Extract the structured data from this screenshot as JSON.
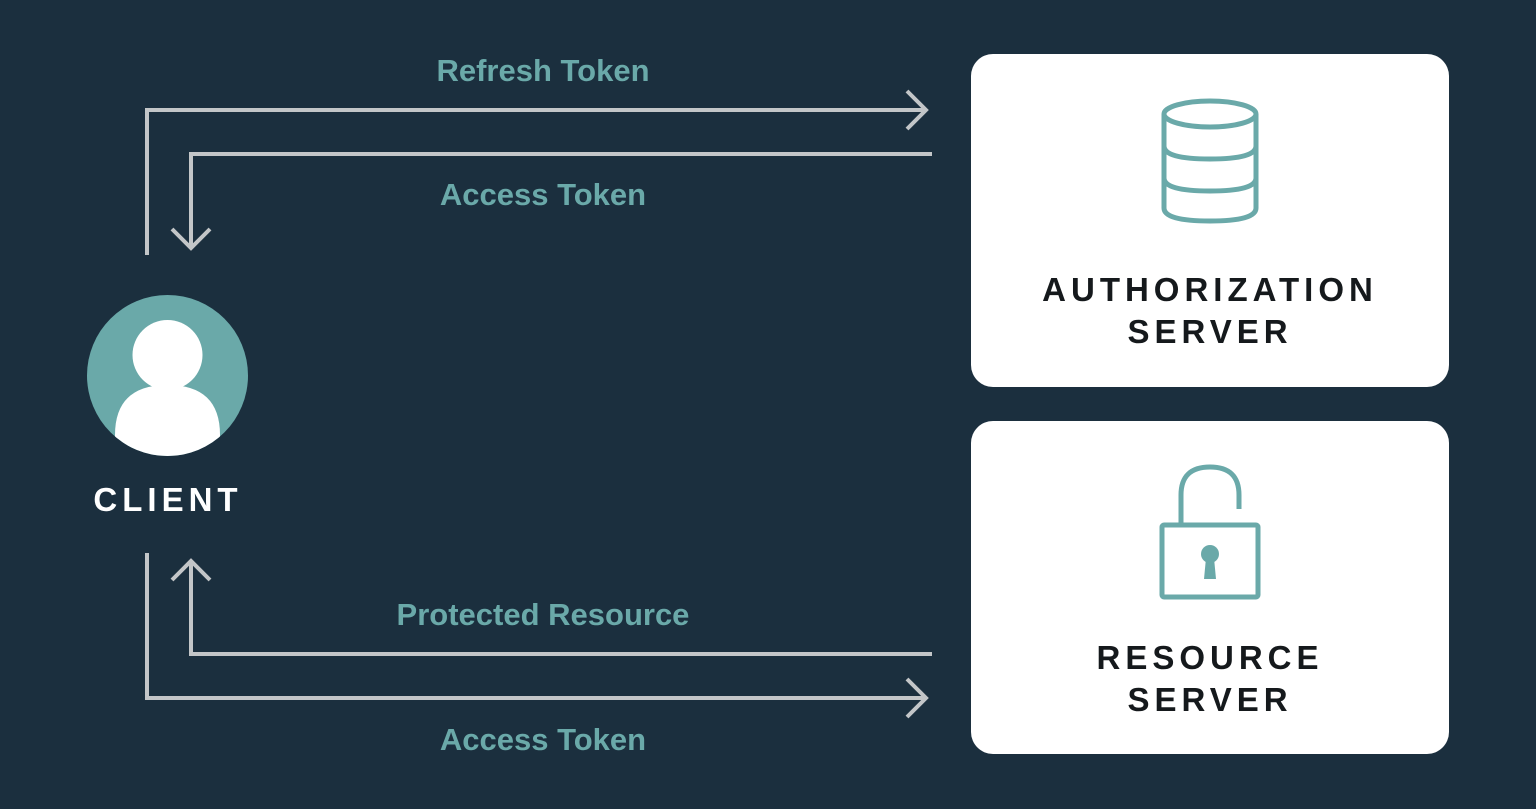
{
  "diagram": {
    "flows": {
      "refresh_request": "Refresh Token",
      "access_response": "Access Token",
      "resource_response": "Protected Resource",
      "access_request": "Access Token"
    },
    "nodes": {
      "client": "CLIENT",
      "authorization_server": [
        "AUTHORIZATION",
        "SERVER"
      ],
      "resource_server": [
        "RESOURCE",
        "SERVER"
      ]
    },
    "icons": {
      "client": "user-avatar-icon",
      "authorization_server": "database-icon",
      "resource_server": "unlocked-padlock-icon"
    },
    "colors": {
      "background": "#1b2f3e",
      "accent": "#6aa9a9",
      "arrow": "#c3c6c8",
      "box": "#ffffff",
      "box_text": "#15191c",
      "client_text": "#ffffff"
    }
  }
}
